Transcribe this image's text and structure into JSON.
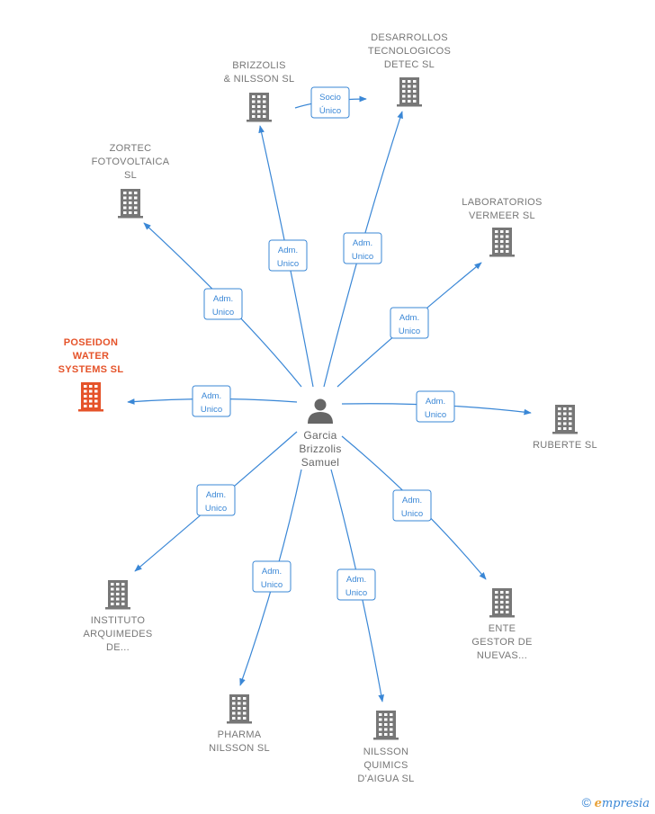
{
  "center": {
    "lines": [
      "Garcia",
      "Brizzolis",
      "Samuel"
    ]
  },
  "nodes": [
    {
      "id": "poseidon",
      "lines": [
        "POSEIDON",
        "WATER",
        "SYSTEMS  SL"
      ],
      "main": true
    },
    {
      "id": "zortec",
      "lines": [
        "ZORTEC",
        "FOTOVOLTAICA",
        "SL"
      ]
    },
    {
      "id": "brizzolis",
      "lines": [
        "BRIZZOLIS",
        "& NILSSON  SL"
      ]
    },
    {
      "id": "desarrollos",
      "lines": [
        "DESARROLLOS",
        "TECNOLOGICOS",
        "DETEC SL"
      ]
    },
    {
      "id": "laboratorios",
      "lines": [
        "LABORATORIOS",
        "VERMEER  SL"
      ]
    },
    {
      "id": "ruberte",
      "lines": [
        "RUBERTE  SL"
      ]
    },
    {
      "id": "ente",
      "lines": [
        "ENTE",
        "GESTOR DE",
        "NUEVAS..."
      ]
    },
    {
      "id": "nilsson_quimics",
      "lines": [
        "NILSSON",
        "QUIMICS",
        "D'AIGUA  SL"
      ]
    },
    {
      "id": "pharma",
      "lines": [
        "PHARMA",
        "NILSSON  SL"
      ]
    },
    {
      "id": "instituto",
      "lines": [
        "INSTITUTO",
        "ARQUIMEDES",
        "DE..."
      ]
    }
  ],
  "edges": [
    {
      "to": "poseidon",
      "badge": [
        "Adm.",
        "Unico"
      ]
    },
    {
      "to": "zortec",
      "badge": [
        "Adm.",
        "Unico"
      ]
    },
    {
      "to": "brizzolis",
      "badge": [
        "Adm.",
        "Unico"
      ]
    },
    {
      "to": "desarrollos",
      "badge": [
        "Adm.",
        "Unico"
      ]
    },
    {
      "to": "laboratorios",
      "badge": [
        "Adm.",
        "Unico"
      ]
    },
    {
      "to": "ruberte",
      "badge": [
        "Adm.",
        "Unico"
      ]
    },
    {
      "to": "ente",
      "badge": [
        "Adm.",
        "Unico"
      ]
    },
    {
      "to": "nilsson_quimics",
      "badge": [
        "Adm.",
        "Unico"
      ]
    },
    {
      "to": "pharma",
      "badge": [
        "Adm.",
        "Unico"
      ]
    },
    {
      "to": "instituto",
      "badge": [
        "Adm.",
        "Unico"
      ]
    },
    {
      "from": "brizzolis",
      "to": "desarrollos",
      "badge": [
        "Socio",
        "Único"
      ]
    }
  ],
  "colors": {
    "edge": "#3a87d6",
    "building": "#777777",
    "main_building": "#e5532a",
    "person": "#666666"
  },
  "footer": {
    "copyright": "©",
    "brand_initial": "e",
    "brand_rest": "mpresia"
  }
}
